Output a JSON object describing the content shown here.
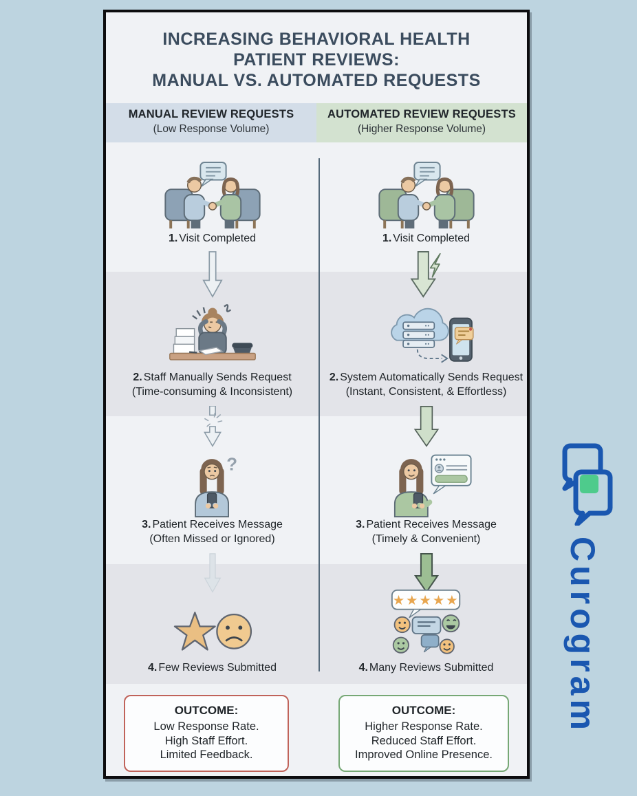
{
  "brand": {
    "name": "Curogram",
    "logo_icon": "curogram-chat-bubbles-logo"
  },
  "infographic": {
    "title_lines": {
      "line1": "INCREASING BEHAVIORAL HEALTH",
      "line2": "PATIENT REVIEWS:",
      "line3": "MANUAL VS. AUTOMATED REQUESTS"
    },
    "manual": {
      "header": "MANUAL REVIEW REQUESTS",
      "subheader": "(Low Response Volume)",
      "steps": [
        {
          "num": "1.",
          "label": "Visit Completed",
          "icon": "handshake-visit-illustration"
        },
        {
          "num": "2.",
          "label": "Staff Manually Sends Request",
          "sub": "(Time-consuming & Inconsistent)",
          "icon": "stressed-staff-at-desk-illustration"
        },
        {
          "num": "3.",
          "label": "Patient Receives Message",
          "sub": "(Often Missed or Ignored)",
          "icon": "confused-patient-phone-illustration"
        },
        {
          "num": "4.",
          "label": "Few Reviews Submitted",
          "icon": "single-star-sad-face-illustration"
        }
      ],
      "outcome": {
        "heading": "OUTCOME:",
        "lines": [
          "Low Response Rate.",
          "High Staff Effort.",
          "Limited Feedback."
        ]
      }
    },
    "automated": {
      "header": "AUTOMATED REVIEW REQUESTS",
      "subheader": "(Higher Response Volume)",
      "steps": [
        {
          "num": "1.",
          "label": "Visit Completed",
          "icon": "handshake-visit-illustration"
        },
        {
          "num": "2.",
          "label": "System Automatically Sends Request",
          "sub": "(Instant, Consistent, & Effortless)",
          "icon": "cloud-server-to-phone-illustration"
        },
        {
          "num": "3.",
          "label": "Patient Receives Message",
          "sub": "(Timely & Convenient)",
          "icon": "happy-patient-notification-illustration"
        },
        {
          "num": "4.",
          "label": "Many Reviews Submitted",
          "icon": "five-star-reviews-emojis-illustration"
        }
      ],
      "outcome": {
        "heading": "OUTCOME:",
        "lines": [
          "Higher Response Rate.",
          "Reduced Staff Effort.",
          "Improved Online Presence."
        ]
      }
    },
    "glyphs": {
      "question_mark": "?",
      "five_stars": "★★★★★"
    },
    "colors": {
      "page_bg": "#bdd4e0",
      "card_bg": "#f0f2f5",
      "stripe": "#e3e4e9",
      "manual_header_bg": "#d3dde8",
      "automated_header_bg": "#d3e2d0",
      "title_text": "#3b4c5e",
      "outcome_red_border": "#c0635a",
      "outcome_green_border": "#76a875",
      "brand_blue": "#1a57b0",
      "brand_green": "#4ecb8c"
    }
  }
}
